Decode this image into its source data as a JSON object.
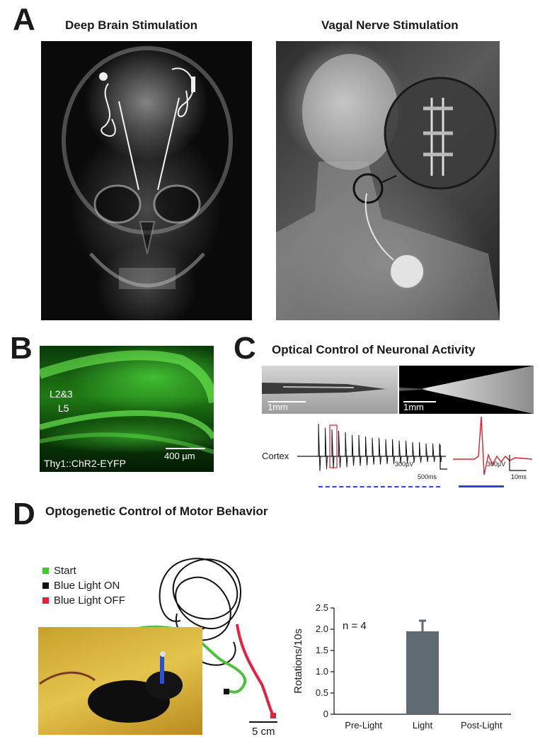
{
  "panels": {
    "a": {
      "letter": "A",
      "left_title": "Deep Brain Stimulation",
      "right_title": "Vagal Nerve Stimulation"
    },
    "b": {
      "letter": "B",
      "layer_top": "L2&3",
      "layer_bottom": "L5",
      "scale": "400 µm",
      "caption": "Thy1::ChR2-EYFP",
      "colors": {
        "fluorescence": "#3fc12e"
      }
    },
    "c": {
      "letter": "C",
      "title": "Optical Control of Neuronal Activity",
      "scale_left": "1mm",
      "scale_right": "1mm",
      "trace_label": "Cortex",
      "trace_scale_v": "300µV",
      "trace_scale_t": "500ms",
      "spike_scale_v": "300µV",
      "spike_scale_t": "10ms",
      "colors": {
        "light": "#2b45d6",
        "spike": "#e0202a",
        "highlight": "#e0202a"
      }
    },
    "d": {
      "letter": "D",
      "title": "Optogenetic Control of Motor Behavior",
      "legend": [
        {
          "label": "Start",
          "color": "#4cc23a"
        },
        {
          "label": "Blue Light ON",
          "color": "#111111"
        },
        {
          "label": "Blue Light OFF",
          "color": "#e8203f"
        }
      ],
      "path_scale": "5 cm"
    }
  },
  "chart_data": {
    "type": "bar",
    "categories": [
      "Pre-Light",
      "Light",
      "Post-Light"
    ],
    "values": [
      0,
      1.95,
      0
    ],
    "errors": [
      0,
      0.25,
      0
    ],
    "ylabel": "Rotations/10s",
    "xlabel": "",
    "ylim": [
      0,
      2.5
    ],
    "yticks": [
      "0",
      "0.5",
      "1.0",
      "1.5",
      "2.0",
      "2.5"
    ],
    "annotation": "n = 4",
    "colors": {
      "bar": "#5f6a72",
      "error": "#5f6a72"
    }
  }
}
